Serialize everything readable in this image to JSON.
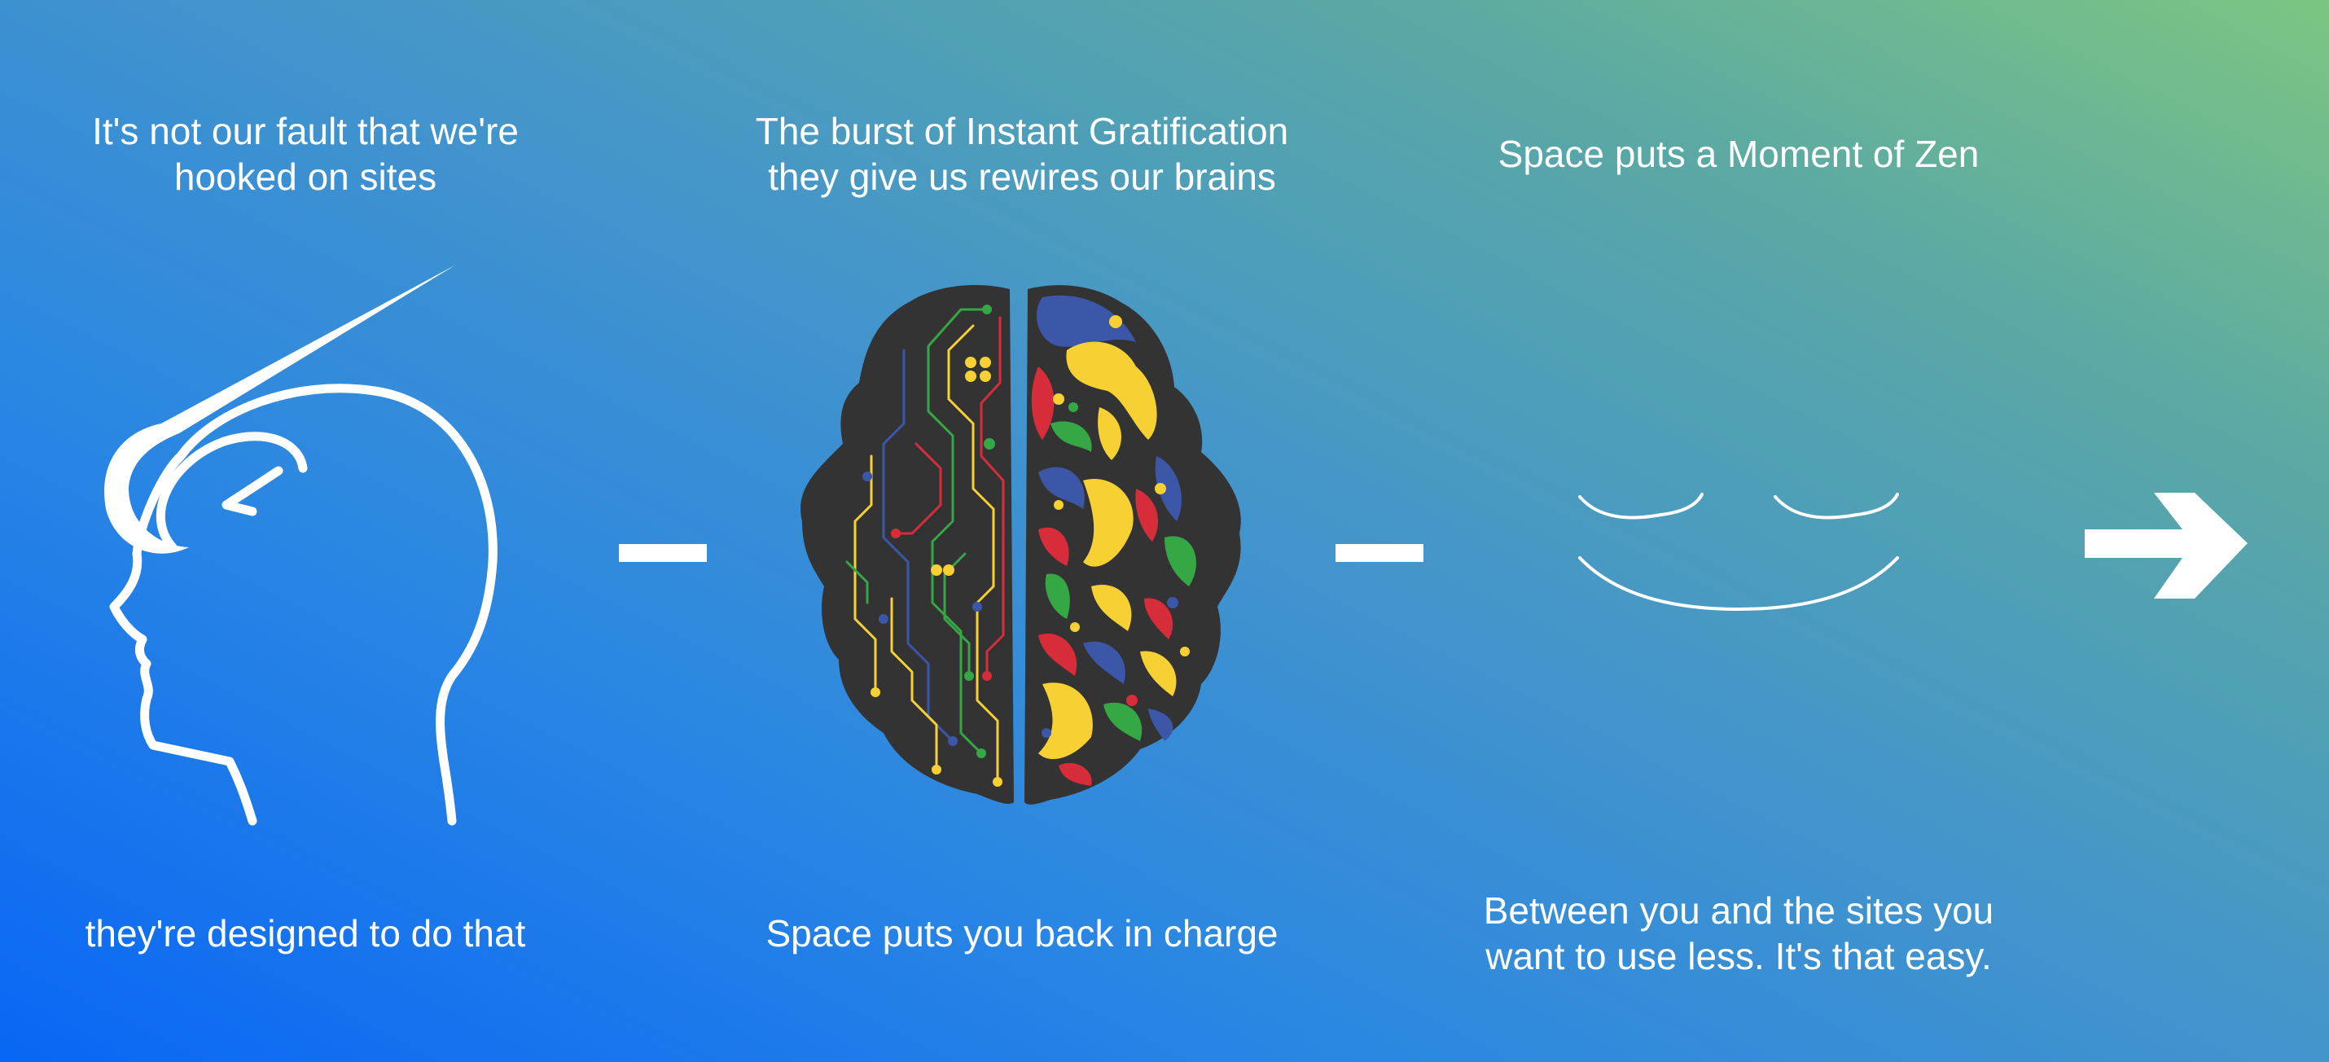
{
  "panels": [
    {
      "top_lines": [
        "It's not our fault that we're",
        "hooked on sites"
      ],
      "bottom_lines": [
        "they're designed to do that"
      ],
      "icon": "hooked-head-icon"
    },
    {
      "top_lines": [
        "The burst of Instant Gratification",
        "they give us rewires our brains"
      ],
      "bottom_lines": [
        "Space puts you back in charge"
      ],
      "icon": "brain-circuit-icon"
    },
    {
      "top_lines": [
        "Space puts a Moment of Zen"
      ],
      "bottom_lines": [
        "Between you and the sites you",
        "want to use less. It's that easy."
      ],
      "icon": "calm-face-icon"
    }
  ],
  "connectors": [
    "dash-icon",
    "dash-icon",
    "arrow-right-icon"
  ],
  "colors": {
    "gradient_start": "#0866f5",
    "gradient_end": "#7dc582",
    "foreground": "#ffffff",
    "brain_dark": "#333333",
    "brain_red": "#d72d3b",
    "brain_yellow": "#f7d133",
    "brain_green": "#36a745",
    "brain_blue": "#3c57a8"
  }
}
